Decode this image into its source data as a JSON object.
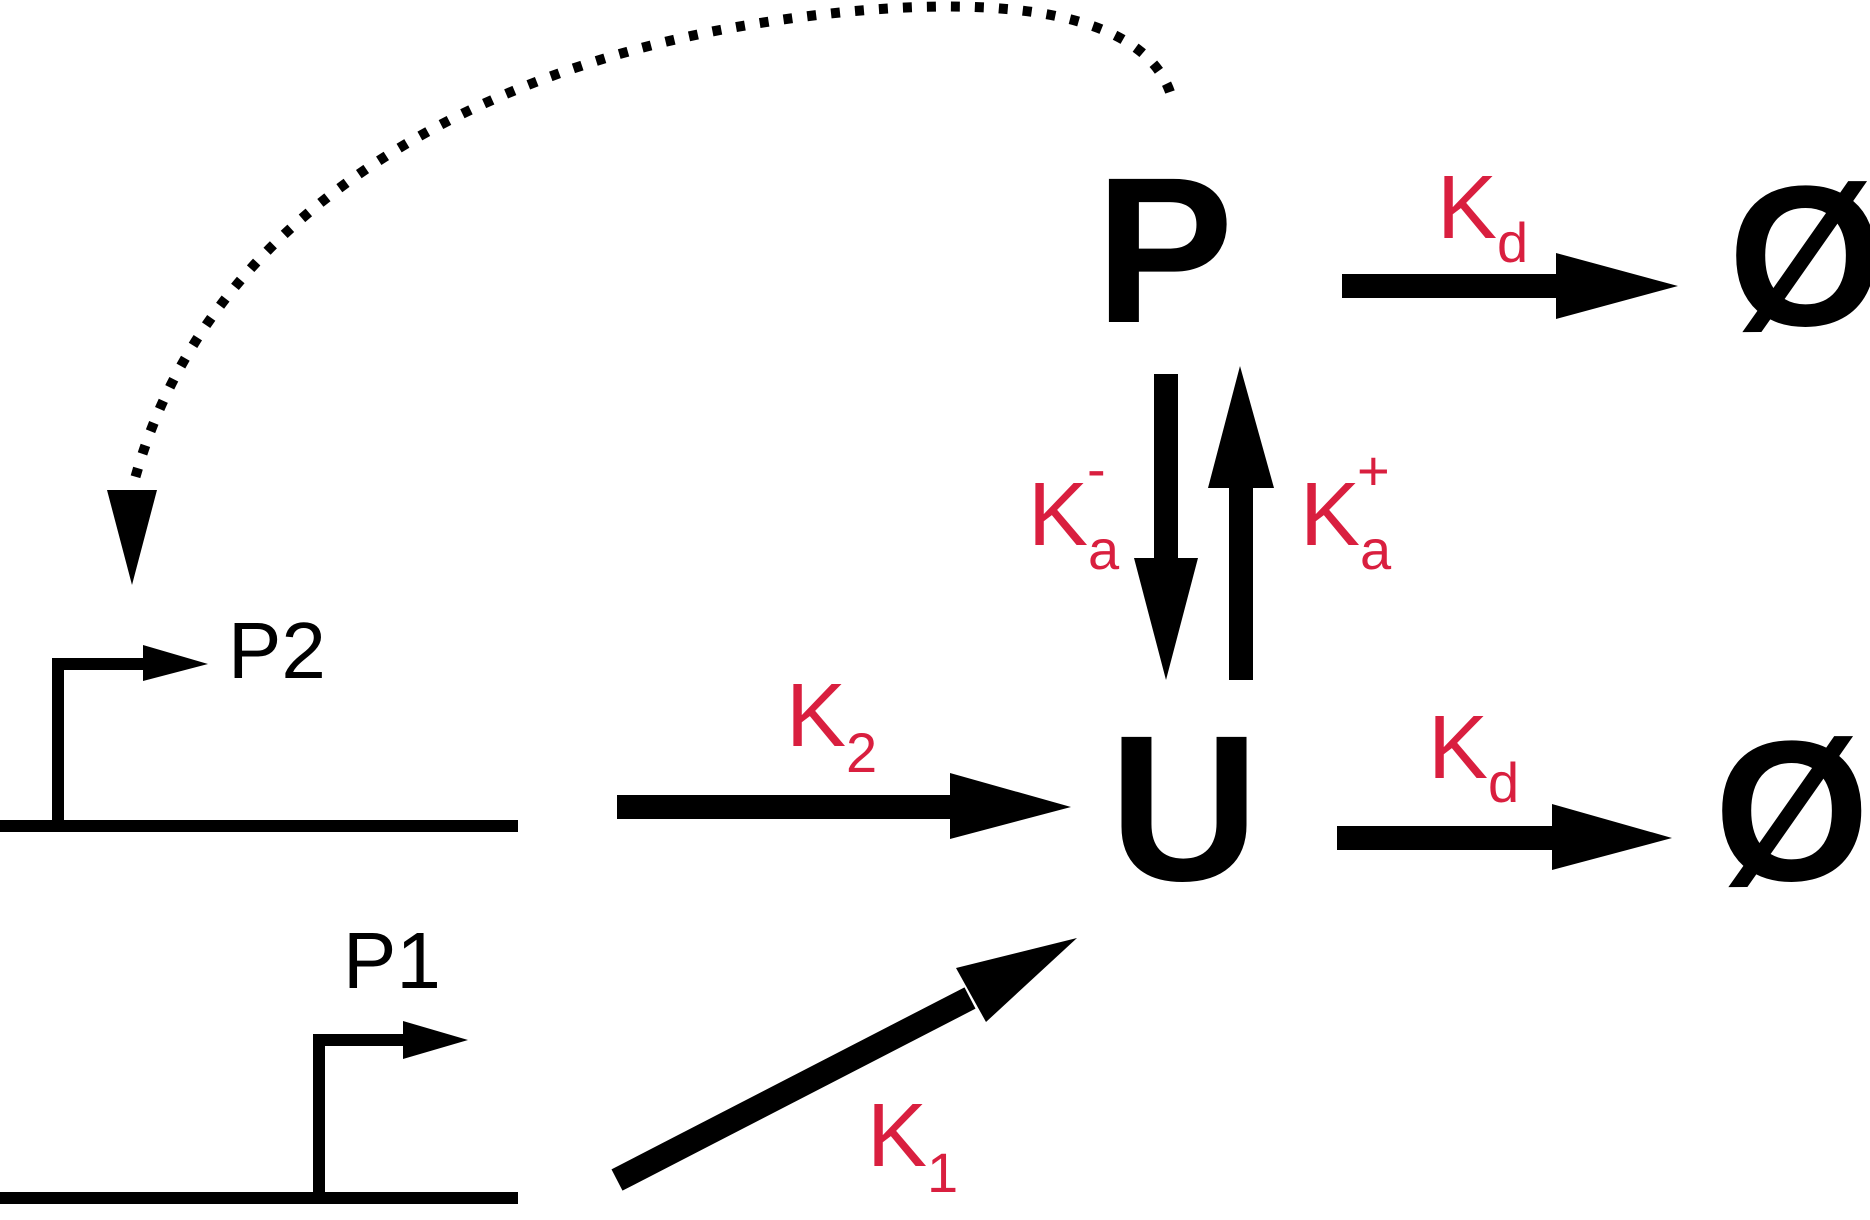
{
  "nodes": {
    "phosphorylated": "P",
    "unphosphorylated": "U",
    "degraded_top": "Ø",
    "degraded_bottom": "Ø"
  },
  "promoters": {
    "p2": "P2",
    "p1": "P1"
  },
  "rates": {
    "kd_top": {
      "base": "K",
      "sub": "d",
      "sup": ""
    },
    "kd_bottom": {
      "base": "K",
      "sub": "d",
      "sup": ""
    },
    "ka_minus": {
      "base": "K",
      "sub": "a",
      "sup": "-"
    },
    "ka_plus": {
      "base": "K",
      "sub": "a",
      "sup": "+"
    },
    "k2": {
      "base": "K",
      "sub": "2",
      "sup": ""
    },
    "k1": {
      "base": "K",
      "sub": "1",
      "sup": ""
    }
  },
  "colors": {
    "rate_label": "#d91f3f",
    "stroke": "#000000",
    "background": "#ffffff"
  }
}
